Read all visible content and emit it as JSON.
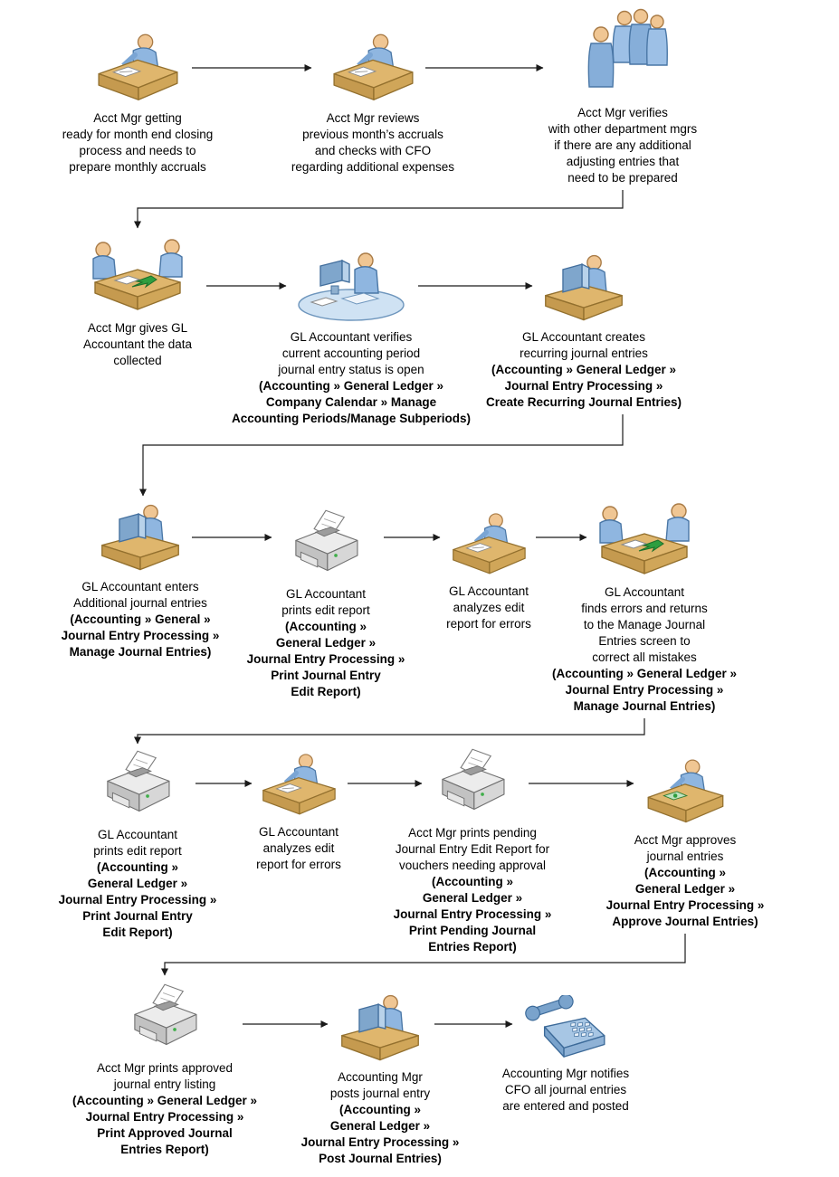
{
  "diagram": {
    "kind": "flowchart",
    "nodes": [
      {
        "id": "step-1",
        "icon": "person-at-desk-icon",
        "label": "Acct Mgr getting\nready for month end closing\nprocess and needs to\nprepare monthly accruals"
      },
      {
        "id": "step-2",
        "icon": "person-at-desk-icon",
        "label": "Acct Mgr reviews\nprevious month’s accruals\nand checks with CFO\nregarding additional expenses"
      },
      {
        "id": "step-3",
        "icon": "people-group-icon",
        "label": "Acct Mgr verifies\nwith other department mgrs\nif there are any additional\nadjusting entries that\nneed to be prepared"
      },
      {
        "id": "step-4",
        "icon": "handoff-desk-icon",
        "label": "Acct Mgr gives GL\nAccountant the data\ncollected"
      },
      {
        "id": "step-5",
        "icon": "computer-workstation-icon",
        "label": "GL Accountant verifies\ncurrent accounting period\njournal entry status is open",
        "path": "(Accounting » General Ledger »\nCompany Calendar » Manage\nAccounting Periods/Manage Subperiods)"
      },
      {
        "id": "step-6",
        "icon": "person-computer-icon",
        "label": "GL Accountant creates\nrecurring journal entries",
        "path": "(Accounting » General Ledger »\nJournal Entry Processing »\nCreate Recurring Journal Entries)"
      },
      {
        "id": "step-7",
        "icon": "person-computer-icon",
        "label": "GL Accountant enters\nAdditional journal entries",
        "path": "(Accounting » General »\nJournal Entry Processing »\nManage Journal Entries)"
      },
      {
        "id": "step-8",
        "icon": "printer-icon",
        "label": "GL Accountant\nprints edit report",
        "path": "(Accounting »\nGeneral Ledger »\nJournal Entry Processing »\nPrint Journal Entry\nEdit Report)"
      },
      {
        "id": "step-9",
        "icon": "person-at-desk-icon",
        "label": "GL Accountant\nanalyzes edit\nreport for errors"
      },
      {
        "id": "step-10",
        "icon": "handoff-desk-icon",
        "label": "GL Accountant\nfinds errors and returns\nto the Manage Journal\nEntries screen to\ncorrect all mistakes",
        "path": "(Accounting » General Ledger »\nJournal Entry Processing »\nManage Journal Entries)"
      },
      {
        "id": "step-11",
        "icon": "printer-icon",
        "label": "GL Accountant\nprints edit report",
        "path": "(Accounting »\nGeneral Ledger »\nJournal Entry Processing »\nPrint Journal Entry\nEdit Report)"
      },
      {
        "id": "step-12",
        "icon": "person-at-desk-icon",
        "label": "GL Accountant\nanalyzes edit\nreport for errors"
      },
      {
        "id": "step-13",
        "icon": "printer-icon",
        "label": "Acct Mgr prints pending\nJournal Entry Edit Report for\nvouchers needing approval",
        "path": "(Accounting »\nGeneral Ledger »\nJournal Entry Processing »\nPrint Pending Journal\nEntries Report)"
      },
      {
        "id": "step-14",
        "icon": "approve-desk-icon",
        "label": "Acct Mgr approves\njournal entries",
        "path": "(Accounting »\nGeneral Ledger »\nJournal Entry Processing »\nApprove Journal Entries)"
      },
      {
        "id": "step-15",
        "icon": "printer-icon",
        "label": "Acct Mgr prints approved\njournal entry listing",
        "path": "(Accounting » General Ledger »\nJournal Entry Processing »\nPrint Approved Journal\nEntries Report)"
      },
      {
        "id": "step-16",
        "icon": "person-computer-icon",
        "label": "Accounting Mgr\nposts journal entry",
        "path": "(Accounting »\nGeneral Ledger »\nJournal Entry Processing »\nPost Journal Entries)"
      },
      {
        "id": "step-17",
        "icon": "telephone-icon",
        "label": "Accounting Mgr notifies\nCFO all journal entries\nare entered and posted"
      }
    ]
  },
  "colors": {
    "background": "#ffffff",
    "text": "#000000",
    "arrow": "#1a1a1a",
    "figure_blue": "#8fb6e0",
    "figure_blue_light": "#9dc0e6",
    "skin": "#f0c693",
    "desk_tan": "#dfb66d",
    "printer_grey": "#d7d7d7",
    "phone_blue": "#a7c6e4",
    "accent_green": "#2e9e3f"
  }
}
